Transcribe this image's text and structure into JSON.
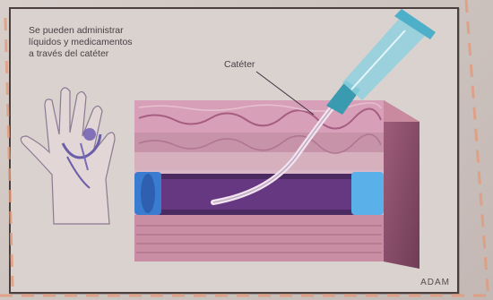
{
  "caption_lines": [
    "Se pueden administrar",
    "líquidos y medicamentos",
    "a través del catéter"
  ],
  "callout_label": "Catéter",
  "watermark": "ADAM"
}
